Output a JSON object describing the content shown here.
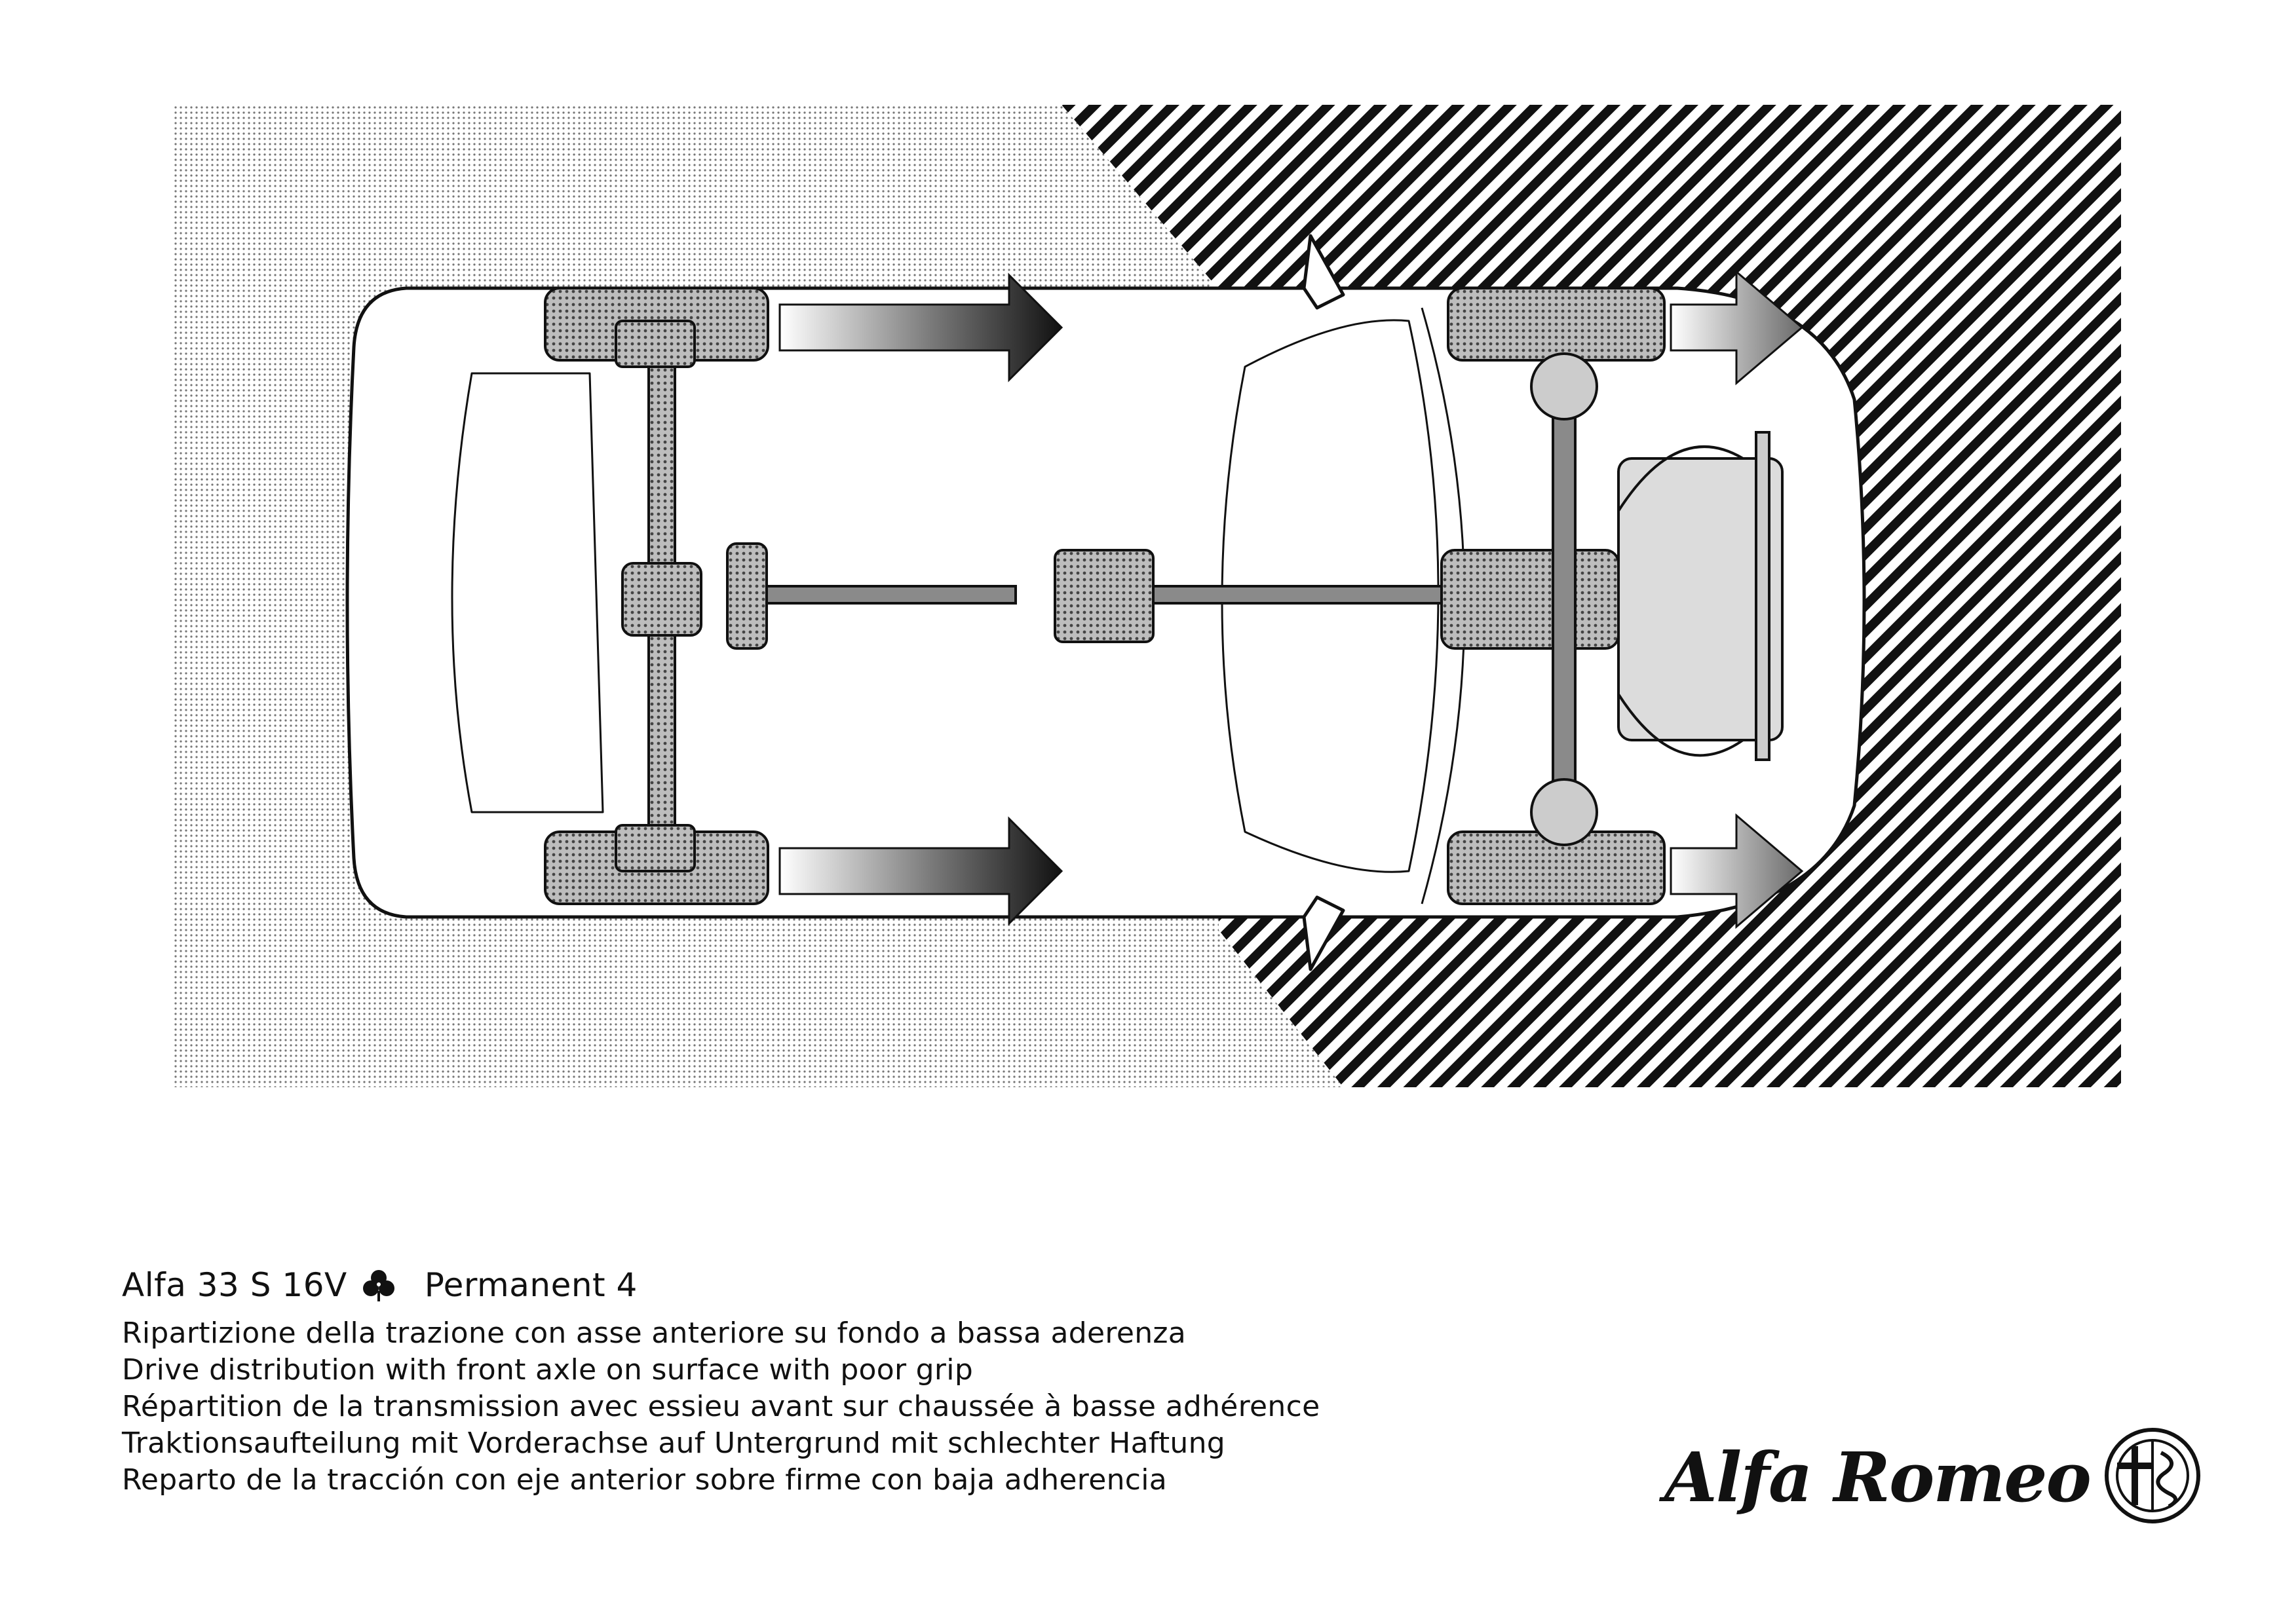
{
  "caption": {
    "model": "Alfa 33 S 16V",
    "variant": "Permanent 4",
    "lines": [
      "Ripartizione della trazione con asse anteriore su fondo a bassa aderenza",
      "Drive distribution with front axle on surface with poor grip",
      "Répartition de la transmission avec essieu avant sur chaussée à basse adhérence",
      "Traktionsaufteilung mit Vorderachse auf Untergrund mit schlechter Haftung",
      "Reparto de la tracción con eje anterior sobre firme con baja adherencia"
    ]
  },
  "brand": {
    "logo_text": "Alfa Romeo",
    "badge_icon": "alfa-romeo-badge-icon"
  },
  "diagram": {
    "subject": "car-drivetrain-top-view",
    "icons": [
      "quadrifoglio-icon",
      "drive-arrow-icon"
    ],
    "colors": {
      "ink": "#111111",
      "paper": "#ffffff",
      "dot_background": "#d9d9d9",
      "wheel_fill": "#b9b9b9",
      "drive_component": "#8a8a8a"
    }
  }
}
